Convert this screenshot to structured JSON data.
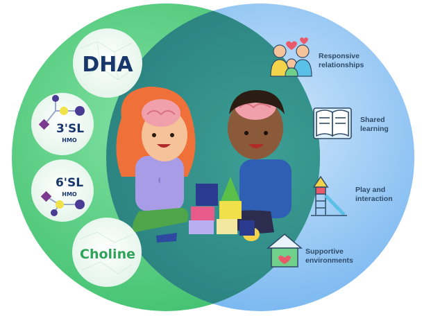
{
  "nutrients": {
    "dha": "DHA",
    "sl3_main": "3'SL",
    "sl3_sub": "HMO",
    "sl6_main": "6'SL",
    "sl6_sub": "HMO",
    "choline": "Choline"
  },
  "activities": {
    "responsive": [
      "Responsive",
      "relationships"
    ],
    "shared": [
      "Shared",
      "learning"
    ],
    "play": [
      "Play and",
      "interaction"
    ],
    "supportive": [
      "Supportive",
      "environments"
    ]
  },
  "colors": {
    "left_circle": "#5fd484",
    "right_circle": "#a8cff6",
    "overlap": "#2e8c86",
    "nutrient_text": "#18376a",
    "activity_text": "#2f4b68"
  }
}
